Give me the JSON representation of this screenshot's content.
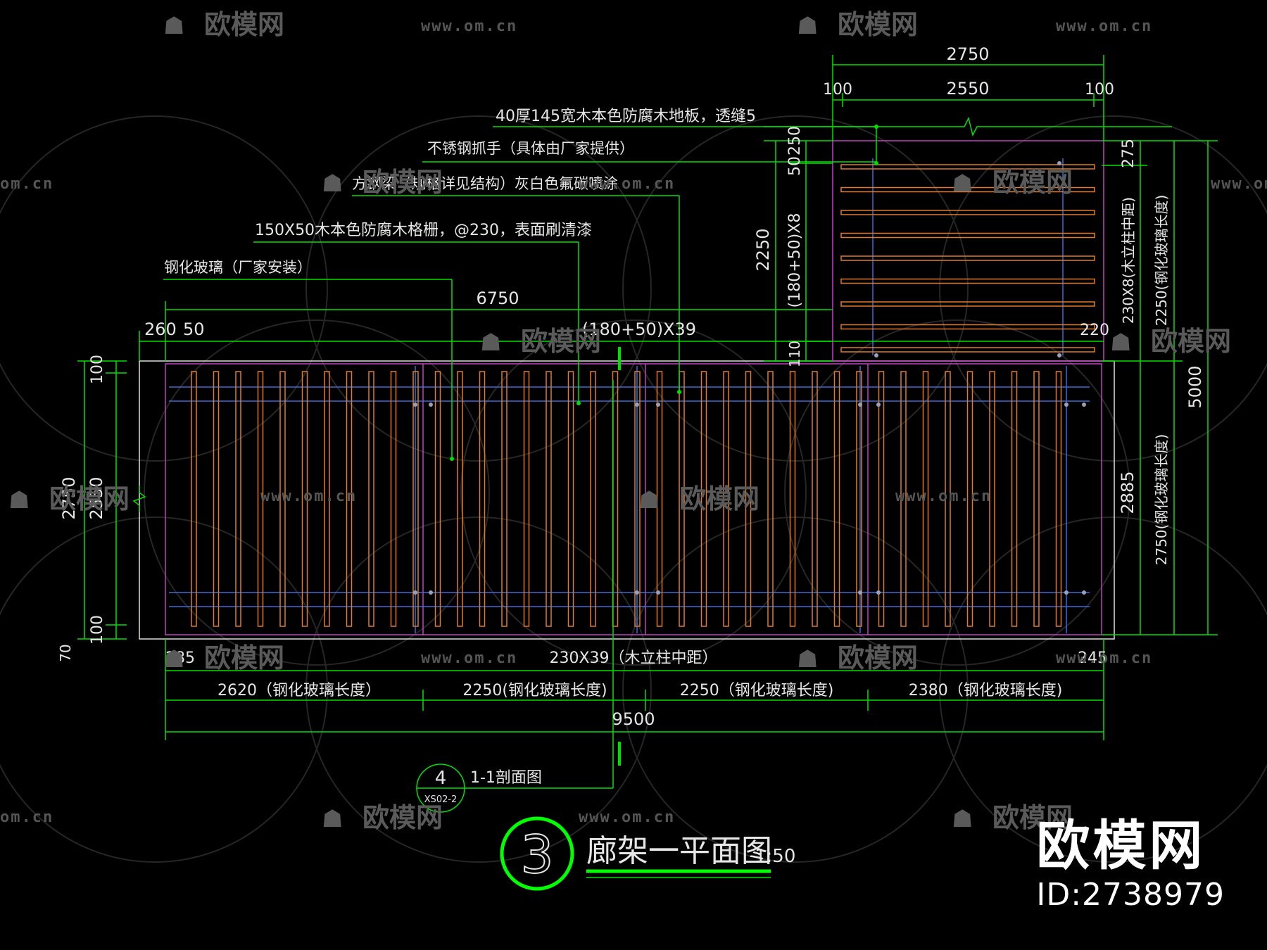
{
  "drawing": {
    "title": "廊架一平面图",
    "scale": "1:50",
    "title_number": "3",
    "section_ref": {
      "number": "4",
      "sheet": "XS02-2",
      "label": "1-1剖面图"
    },
    "annotations": {
      "floor": "40厚145宽木本色防腐木地板，透缝5",
      "handle": "不锈钢抓手（具体由厂家提供）",
      "beam": "方钢梁（规格详见结构）灰白色氟碳喷涂",
      "grille": "150X50木本色防腐木格栅，@230，表面刷清漆",
      "glass": "钢化玻璃（厂家安装）"
    },
    "dims": {
      "top_total": "2750",
      "top_left": "100",
      "top_mid": "2550",
      "top_right": "100",
      "left_overall": "6750",
      "left_a": "260",
      "left_b": "50",
      "spacing_top": "(180+50)X39",
      "v_50": "50",
      "v_250": "250",
      "v_2250": "2250",
      "v_180x8": "(180+50)X8",
      "v_110": "110",
      "r_275": "275",
      "r_230x8": "230X8(木立柱中距)",
      "r_2250g": "2250(钢化玻璃长度)",
      "r_220": "220",
      "r_5000": "5000",
      "r_2885": "2885",
      "r_2750g": "2750(钢化玻璃长度)",
      "l_100a": "100",
      "l_2750": "2750",
      "l_2550": "2550",
      "l_100b": "100",
      "l_70": "70",
      "b_285": "285",
      "b_spacing": "230X39（木立柱中距）",
      "b_245": "245",
      "g1": "2620（钢化玻璃长度）",
      "g2": "2250(钢化玻璃长度)",
      "g3": "2250（钢化玻璃长度)",
      "g4": "2380（钢化玻璃长度)",
      "b_total": "9500"
    }
  },
  "watermark": {
    "brand": "欧模网",
    "url": "www.om.cn",
    "url_short": "om.cn",
    "id": "ID:2738979"
  },
  "colors": {
    "dim": "#00e000",
    "slat": "#e07a2a",
    "purple": "#c040c0",
    "blue": "#3a6ad8",
    "text": "#e6e6e6"
  }
}
